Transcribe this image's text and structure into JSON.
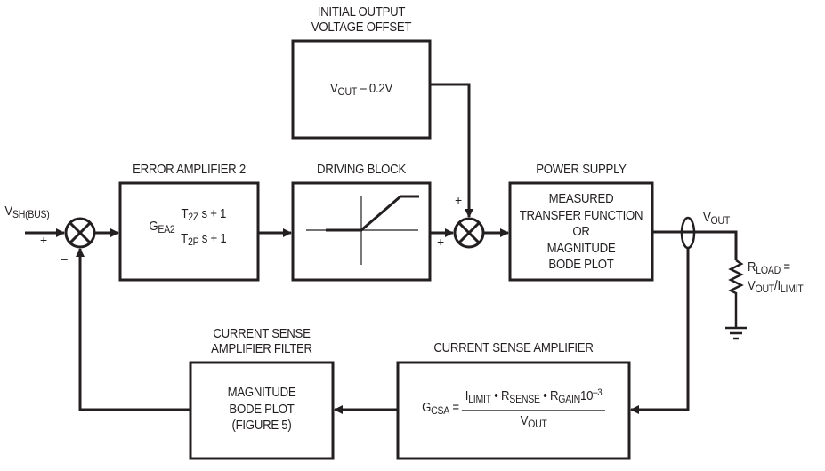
{
  "diagram": {
    "input": {
      "label_main": "V",
      "label_sub": "SH(BUS)"
    },
    "junction1": {
      "plus": "+",
      "minus": "–"
    },
    "junction2": {
      "plus_top": "+",
      "plus_left": "+"
    },
    "offset_block": {
      "title_line1": "INITIAL OUTPUT",
      "title_line2": "VOLTAGE OFFSET",
      "expr_main": "V",
      "expr_sub": "OUT",
      "expr_rest": " – 0.2V"
    },
    "error_amp": {
      "title": "ERROR AMPLIFIER 2",
      "gain_main": "G",
      "gain_sub": "EA2",
      "num_main": "T",
      "num_sub": "2Z",
      "num_rest": " s + 1",
      "den_main": "T",
      "den_sub": "2P",
      "den_rest": " s + 1"
    },
    "driving_block": {
      "title": "DRIVING BLOCK",
      "icon": "saturation-ramp-icon"
    },
    "power_supply": {
      "title": "POWER SUPPLY",
      "lines": [
        "MEASURED",
        "TRANSFER FUNCTION",
        "OR",
        "MAGNITUDE",
        "BODE PLOT"
      ]
    },
    "output": {
      "label_main": "V",
      "label_sub": "OUT"
    },
    "load": {
      "line1_main": "R",
      "line1_sub": "LOAD",
      "line1_rest": " =",
      "line2_a": "V",
      "line2_a_sub": "OUT",
      "line2_b": "/I",
      "line2_b_sub": "LIMIT"
    },
    "csa": {
      "title": "CURRENT SENSE AMPLIFIER",
      "gain_main": "G",
      "gain_sub": "CSA",
      "eq": " =",
      "num_i": "I",
      "num_i_sub": "LIMIT",
      "dot": " • ",
      "num_rs": "R",
      "num_rs_sub": "SENSE",
      "num_rg": "R",
      "num_rg_sub": "GAIN",
      "num_exp_base": "10",
      "num_exp": "–3",
      "den_main": "V",
      "den_sub": "OUT"
    },
    "filter": {
      "title_line1": "CURRENT SENSE",
      "title_line2": "AMPLIFIER FILTER",
      "lines": [
        "MAGNITUDE",
        "BODE PLOT",
        "(FIGURE 5)"
      ]
    }
  }
}
